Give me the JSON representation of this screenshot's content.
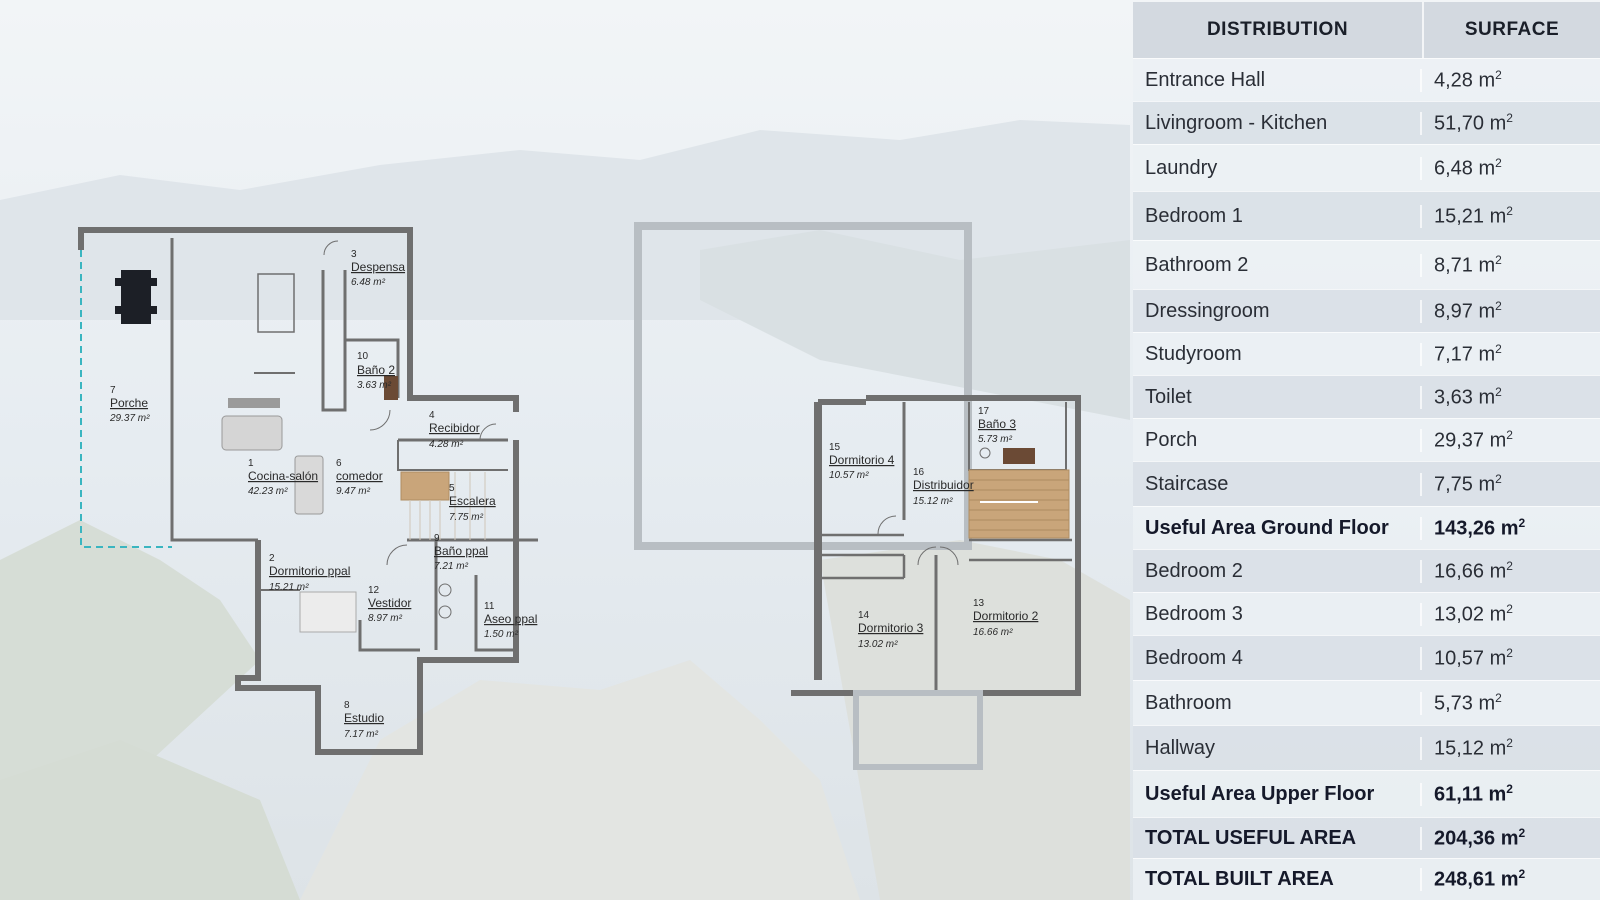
{
  "table": {
    "header_distribution": "DISTRIBUTION",
    "header_surface": "SURFACE",
    "rows": [
      {
        "label": "Entrance Hall",
        "value": "4,28 m",
        "bold": false
      },
      {
        "label": "Livingroom - Kitchen",
        "value": "51,70 m",
        "bold": false
      },
      {
        "label": "Laundry",
        "value": "6,48 m",
        "bold": false
      },
      {
        "label": "Bedroom 1",
        "value": "15,21 m",
        "bold": false
      },
      {
        "label": "Bathroom 2",
        "value": "8,71 m",
        "bold": false
      },
      {
        "label": "Dressingroom",
        "value": "8,97 m",
        "bold": false
      },
      {
        "label": "Studyroom",
        "value": "7,17 m",
        "bold": false
      },
      {
        "label": "Toilet",
        "value": "3,63 m",
        "bold": false
      },
      {
        "label": "Porch",
        "value": "29,37 m",
        "bold": false
      },
      {
        "label": "Staircase",
        "value": "7,75 m",
        "bold": false
      },
      {
        "label": "Useful Area Ground Floor",
        "value": "143,26 m",
        "bold": true
      },
      {
        "label": "Bedroom 2",
        "value": "16,66 m",
        "bold": false
      },
      {
        "label": "Bedroom 3",
        "value": "13,02 m",
        "bold": false
      },
      {
        "label": "Bedroom 4",
        "value": "10,57 m",
        "bold": false
      },
      {
        "label": "Bathroom",
        "value": "5,73 m",
        "bold": false
      },
      {
        "label": "Hallway",
        "value": "15,12 m",
        "bold": false
      },
      {
        "label": "Useful Area Upper Floor",
        "value": "61,11 m",
        "bold": true
      },
      {
        "label": "TOTAL USEFUL AREA",
        "value": "204,36 m",
        "bold": true
      },
      {
        "label": "TOTAL BUILT AREA",
        "value": "248,61 m",
        "bold": true
      }
    ],
    "unit_exponent": "2"
  },
  "ground_floor": {
    "rooms": [
      {
        "num": "3",
        "name": "Despensa",
        "area": "6.48 m²"
      },
      {
        "num": "10",
        "name": "Baño 2",
        "area": "3.63 m²"
      },
      {
        "num": "7",
        "name": "Porche",
        "area": "29.37 m²"
      },
      {
        "num": "4",
        "name": "Recibidor",
        "area": "4.28 m²"
      },
      {
        "num": "1",
        "name": "Cocina-salón",
        "area": "42.23 m²"
      },
      {
        "num": "6",
        "name": "comedor",
        "area": "9.47 m²"
      },
      {
        "num": "5",
        "name": "Escalera",
        "area": "7.75 m²"
      },
      {
        "num": "2",
        "name": "Dormitorio ppal",
        "area": "15.21 m²"
      },
      {
        "num": "9",
        "name": "Baño ppal",
        "area": "7.21 m²"
      },
      {
        "num": "12",
        "name": "Vestidor",
        "area": "8.97 m²"
      },
      {
        "num": "11",
        "name": "Aseo ppal",
        "area": "1.50 m²"
      },
      {
        "num": "8",
        "name": "Estudio",
        "area": "7.17 m²"
      }
    ]
  },
  "upper_floor": {
    "rooms": [
      {
        "num": "17",
        "name": "Baño 3",
        "area": "5.73 m²"
      },
      {
        "num": "15",
        "name": "Dormitorio 4",
        "area": "10.57 m²"
      },
      {
        "num": "16",
        "name": "Distribuidor",
        "area": "15.12 m²"
      },
      {
        "num": "14",
        "name": "Dormitorio 3",
        "area": "13.02 m²"
      },
      {
        "num": "13",
        "name": "Dormitorio 2",
        "area": "16.66 m²"
      }
    ]
  },
  "colors": {
    "wall": "#6f6f6f",
    "stair": "#c9a57a",
    "porch_outline": "#3ab5c0",
    "table_header": "#d3d9e0"
  }
}
